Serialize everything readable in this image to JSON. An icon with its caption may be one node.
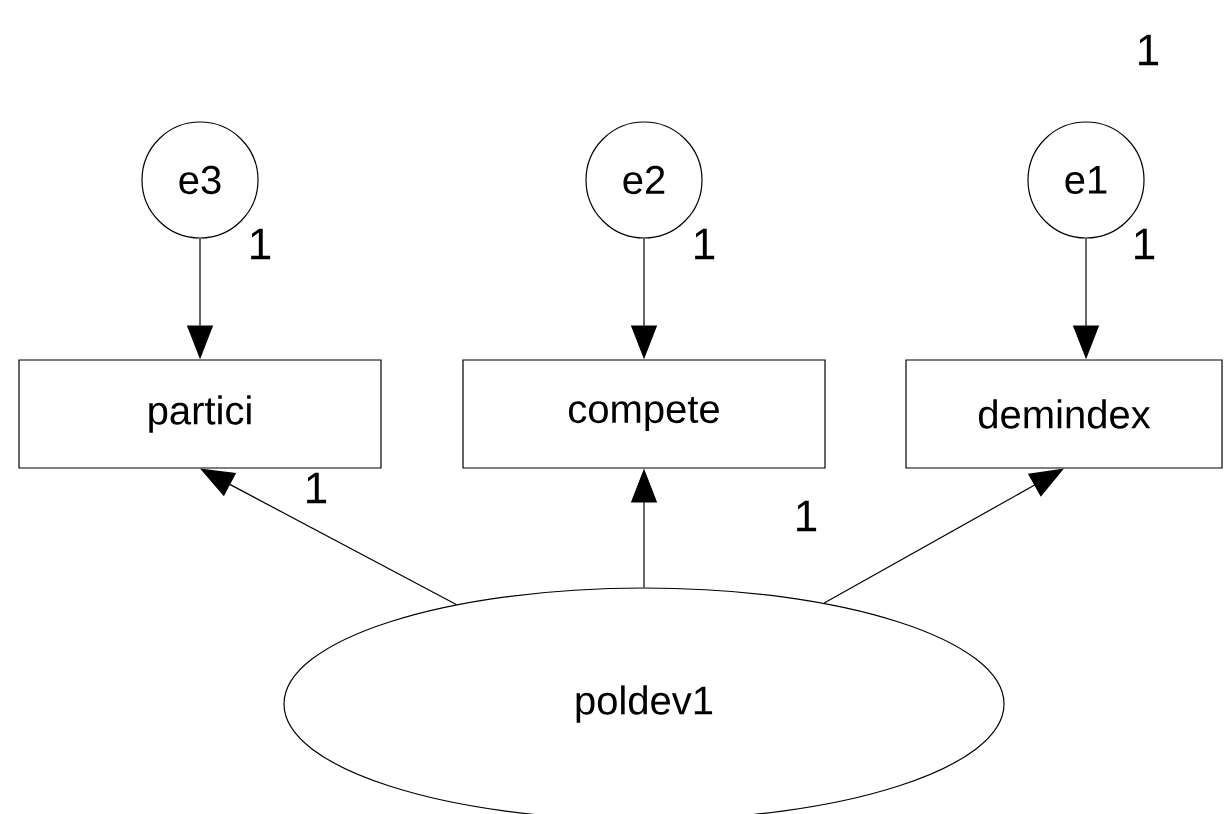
{
  "diagram": {
    "nodes": [
      {
        "text": [
          "e3"
        ]
      },
      {
        "text": [
          "e2"
        ]
      },
      {
        "text": [
          "e1"
        ]
      },
      {
        "text": [
          "partici"
        ]
      },
      {
        "text": [
          "compete"
        ]
      },
      {
        "text": [
          "demindex"
        ]
      },
      {
        "text": [
          "poldev1"
        ]
      }
    ],
    "edges": [
      {
        "from": 0,
        "to": 3,
        "arrow": "to"
      },
      {
        "from": 1,
        "to": 4,
        "arrow": "to"
      },
      {
        "from": 2,
        "to": 5,
        "arrow": "to"
      },
      {
        "from": 6,
        "to": 3,
        "arrow": "to"
      },
      {
        "from": 6,
        "to": 4,
        "arrow": "to"
      },
      {
        "from": 6,
        "to": 5,
        "arrow": "to"
      }
    ],
    "labels": [
      "1",
      "1",
      "1",
      "1",
      "1",
      "1"
    ]
  }
}
